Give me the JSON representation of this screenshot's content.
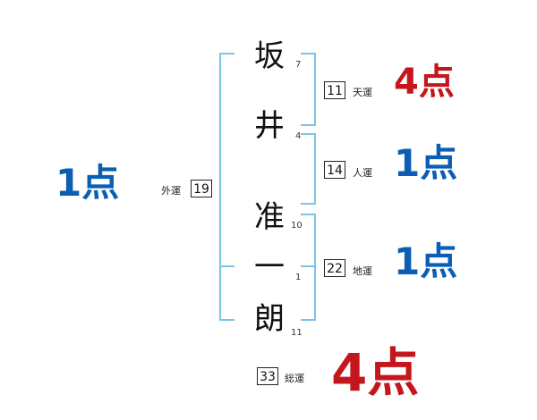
{
  "name_chars": [
    {
      "char": "坂",
      "strokes": "7"
    },
    {
      "char": "井",
      "strokes": "4"
    },
    {
      "char": "准",
      "strokes": "10"
    },
    {
      "char": "一",
      "strokes": "1"
    },
    {
      "char": "朗",
      "strokes": "11"
    }
  ],
  "fortunes": {
    "ten": {
      "label": "天運",
      "value": "11",
      "score": "4点",
      "color": "#c4161c"
    },
    "jin": {
      "label": "人運",
      "value": "14",
      "score": "1点",
      "color": "#0a5fb4"
    },
    "chi": {
      "label": "地運",
      "value": "22",
      "score": "1点",
      "color": "#0a5fb4"
    },
    "gai": {
      "label": "外運",
      "value": "19",
      "score": "1点",
      "color": "#0a5fb4"
    },
    "total": {
      "label": "総運",
      "value": "33",
      "score": "4点",
      "color": "#c4161c"
    }
  },
  "colors": {
    "bracket": "#7cc4e6"
  }
}
